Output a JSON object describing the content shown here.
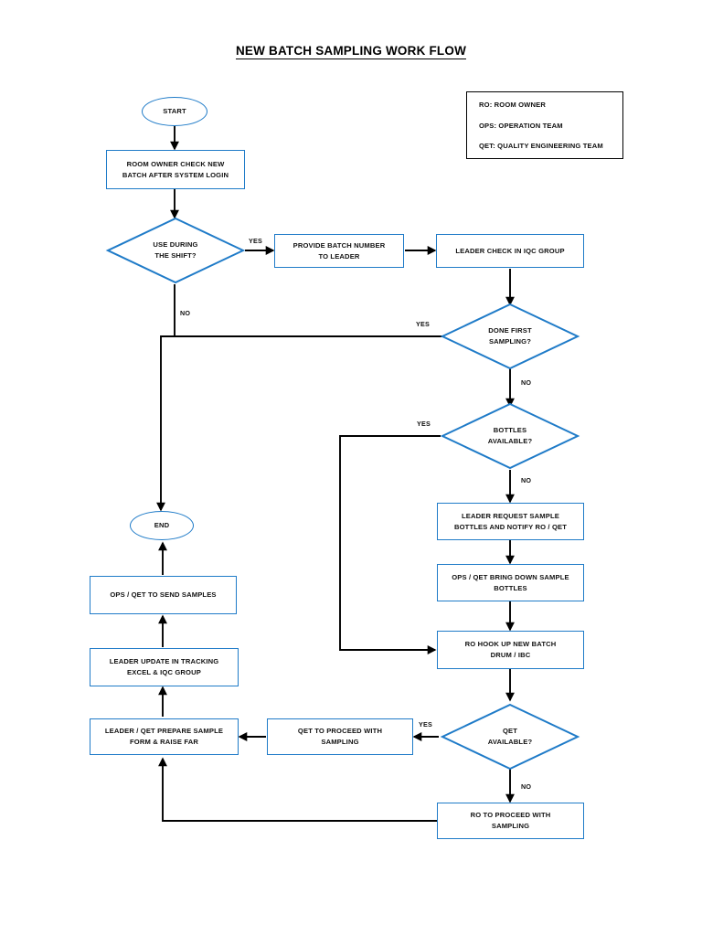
{
  "title": "NEW BATCH SAMPLING WORK FLOW",
  "colors": {
    "node_border": "#1F7BC8",
    "legend_border": "#000000",
    "connector": "#000000",
    "background": "#FFFFFF",
    "text": "#111111"
  },
  "legend": {
    "lines": [
      "RO: ROOM OWNER",
      "OPS: OPERATION TEAM",
      "QET: QUALITY ENGINEERING TEAM"
    ]
  },
  "nodes": {
    "start": "START",
    "end": "END",
    "room_owner_check": "ROOM OWNER CHECK NEW BATCH AFTER SYSTEM LOGIN",
    "use_during_shift": "USE DURING THE SHIFT?",
    "provide_batch_number": "PROVIDE BATCH NUMBER TO LEADER",
    "leader_check_iqc": "LEADER CHECK IN IQC GROUP",
    "done_first_sampling": "DONE FIRST SAMPLING?",
    "bottles_available": "BOTTLES AVAILABLE?",
    "leader_request_bottles": "LEADER REQUEST SAMPLE BOTTLES AND NOTIFY RO / QET",
    "ops_qet_bring_down": "OPS / QET BRING DOWN SAMPLE BOTTLES",
    "ro_hook_up": "RO HOOK UP NEW BATCH DRUM / IBC",
    "qet_available": "QET AVAILABLE?",
    "ro_proceed_sampling": "RO TO PROCEED WITH SAMPLING",
    "qet_proceed_sampling": "QET TO PROCEED WITH SAMPLING",
    "leader_qet_prepare": "LEADER / QET PREPARE SAMPLE FORM & RAISE FAR",
    "leader_update_tracking": "LEADER UPDATE IN TRACKING EXCEL & IQC GROUP",
    "ops_qet_send_samples": "OPS / QET TO SEND SAMPLES"
  },
  "node_lines": {
    "room_owner_check": [
      "ROOM OWNER CHECK NEW",
      "BATCH AFTER SYSTEM LOGIN"
    ],
    "use_during_shift": [
      "USE DURING",
      "THE SHIFT?"
    ],
    "provide_batch_number": [
      "PROVIDE BATCH NUMBER",
      "TO LEADER"
    ],
    "leader_check_iqc": [
      "LEADER CHECK IN IQC GROUP"
    ],
    "done_first_sampling": [
      "DONE FIRST",
      "SAMPLING?"
    ],
    "bottles_available": [
      "BOTTLES",
      "AVAILABLE?"
    ],
    "leader_request_bottles": [
      "LEADER REQUEST SAMPLE",
      "BOTTLES AND NOTIFY RO / QET"
    ],
    "ops_qet_bring_down": [
      "OPS / QET BRING DOWN SAMPLE",
      "BOTTLES"
    ],
    "ro_hook_up": [
      "RO HOOK UP NEW BATCH",
      "DRUM / IBC"
    ],
    "qet_available": [
      "QET",
      "AVAILABLE?"
    ],
    "ro_proceed_sampling": [
      "RO TO PROCEED WITH",
      "SAMPLING"
    ],
    "qet_proceed_sampling": [
      "QET TO PROCEED WITH",
      "SAMPLING"
    ],
    "leader_qet_prepare": [
      "LEADER / QET PREPARE SAMPLE",
      "FORM & RAISE FAR"
    ],
    "leader_update_tracking": [
      "LEADER UPDATE IN TRACKING",
      "EXCEL & IQC GROUP"
    ],
    "ops_qet_send_samples": [
      "OPS / QET TO SEND SAMPLES"
    ]
  },
  "edge_labels": {
    "shift_yes": "YES",
    "shift_no": "NO",
    "first_sampling_yes": "YES",
    "first_sampling_no": "NO",
    "bottles_yes": "YES",
    "bottles_no": "NO",
    "qet_yes": "YES",
    "qet_no": "NO"
  }
}
